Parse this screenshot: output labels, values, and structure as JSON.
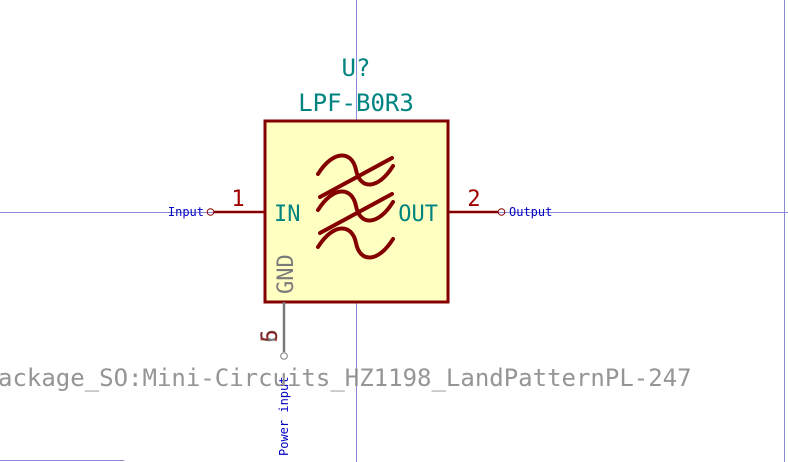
{
  "component": {
    "reference": "U?",
    "value": "LPF-B0R3",
    "footprint": "ackage_SO:Mini-Circuits_HZ1198_LandPatternPL-247",
    "pins": [
      {
        "number": "1",
        "name": "IN",
        "net": "Input"
      },
      {
        "number": "2",
        "name": "OUT",
        "net": "Output"
      },
      {
        "number": "6",
        "name": "GND",
        "net": "Power input"
      }
    ],
    "overlap_pin_number": "5"
  },
  "colors": {
    "crosshair": "#8a8ad6",
    "body_outline": "#840000",
    "body_fill": "#ffffc2",
    "field_text": "#00847f",
    "pin_number": "#a00000",
    "net_label": "#0000c4",
    "gnd_pin": "#7a7a7a",
    "footprint_text": "#8a8a8a"
  },
  "icons": [
    "lowpass-filter-icon",
    "pin-end-circle-icon"
  ]
}
